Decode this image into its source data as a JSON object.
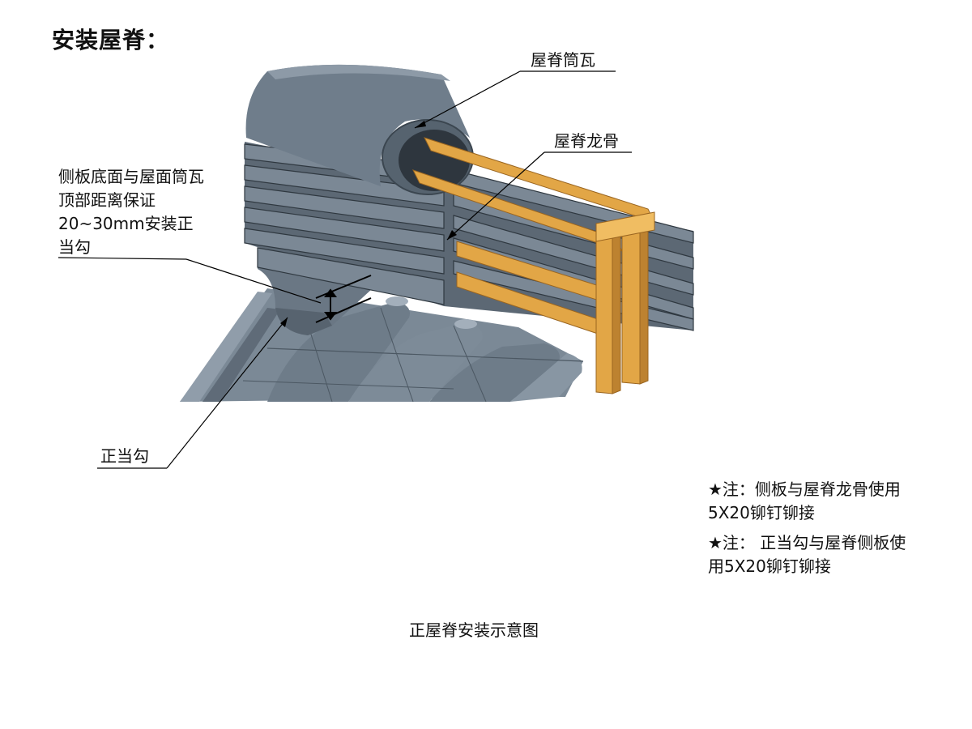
{
  "title": "安装屋脊：",
  "labels": {
    "ridge_tube_tile": "屋脊筒瓦",
    "ridge_keel": "屋脊龙骨",
    "side_board_note": "侧板底面与屋面筒瓦顶部距离保证20~30mm安装正当勾",
    "zhengdanggou": "正当勾"
  },
  "notes": [
    "★注：侧板与屋脊龙骨使用5X20铆钉铆接",
    "★注： 正当勾与屋脊侧板使用5X20铆钉铆接"
  ],
  "caption": "正屋脊安装示意图",
  "colors": {
    "tile_gray": "#6f7d8b",
    "tile_dark": "#56636f",
    "tile_light": "#97a4b1",
    "keel_orange": "#e2a646",
    "keel_dark": "#bd8230",
    "leader_line": "#000000"
  }
}
